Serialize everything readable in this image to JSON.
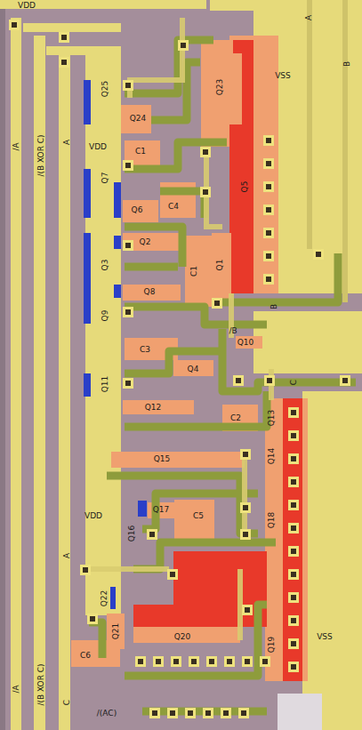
{
  "diagram": {
    "labels": [
      "VDD",
      "A",
      "B",
      "VSS",
      "Q25",
      "Q23",
      "Q24",
      "VDD",
      "C1",
      "Q7",
      "Q5",
      "Q6",
      "C4",
      "Q2",
      "Q3",
      "C1",
      "Q1",
      "/A",
      "/(B XOR C)",
      "A",
      "Q8",
      "B",
      "Q9",
      "/B",
      "C3",
      "Q10",
      "Q4",
      "Q11",
      "C",
      "Q12",
      "C2",
      "Q13",
      "Q14",
      "Q15",
      "VDD",
      "Q17",
      "C5",
      "Q16",
      "Q18",
      "A",
      "Q22",
      "Q21",
      "Q20",
      "Q19",
      "VSS",
      "C6",
      "/A",
      "/(B XOR C)",
      "C",
      "/(AC)"
    ]
  }
}
